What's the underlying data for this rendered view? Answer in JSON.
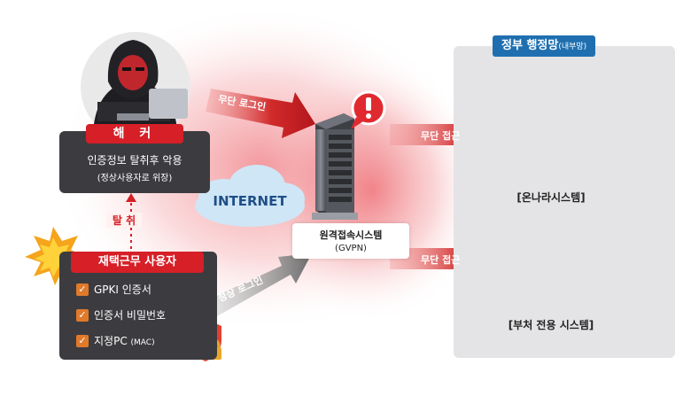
{
  "government_network": {
    "title": "정부 행정망",
    "title_sub": "(내부망)",
    "systems": [
      "[온나라시스템]",
      "[부처 전용 시스템]"
    ]
  },
  "hacker": {
    "label": "해 커",
    "line1": "인증정보 탈취후 악용",
    "line2": "(정상사용자로 위장)"
  },
  "theft_label": "탈 취",
  "remote_user": {
    "label": "재택근무 사용자",
    "credentials": [
      "GPKI 인증서",
      "인증서 비밀번호",
      "지정PC"
    ],
    "credential_suffix": "(MAC)"
  },
  "internet_label": "INTERNET",
  "vpn": {
    "name": "원격접속시스템",
    "code": "(GVPN)"
  },
  "arrows": {
    "unauthorized_login": "무단 로그인",
    "normal_login": "정상 로그인",
    "unauthorized_access": "무단 접근"
  },
  "colors": {
    "danger_red": "#d61f27",
    "gov_blue": "#1f6fb0",
    "panel_gray": "#e4e4e6",
    "box_dark": "#3c3c40",
    "check_orange": "#e07a2b"
  }
}
